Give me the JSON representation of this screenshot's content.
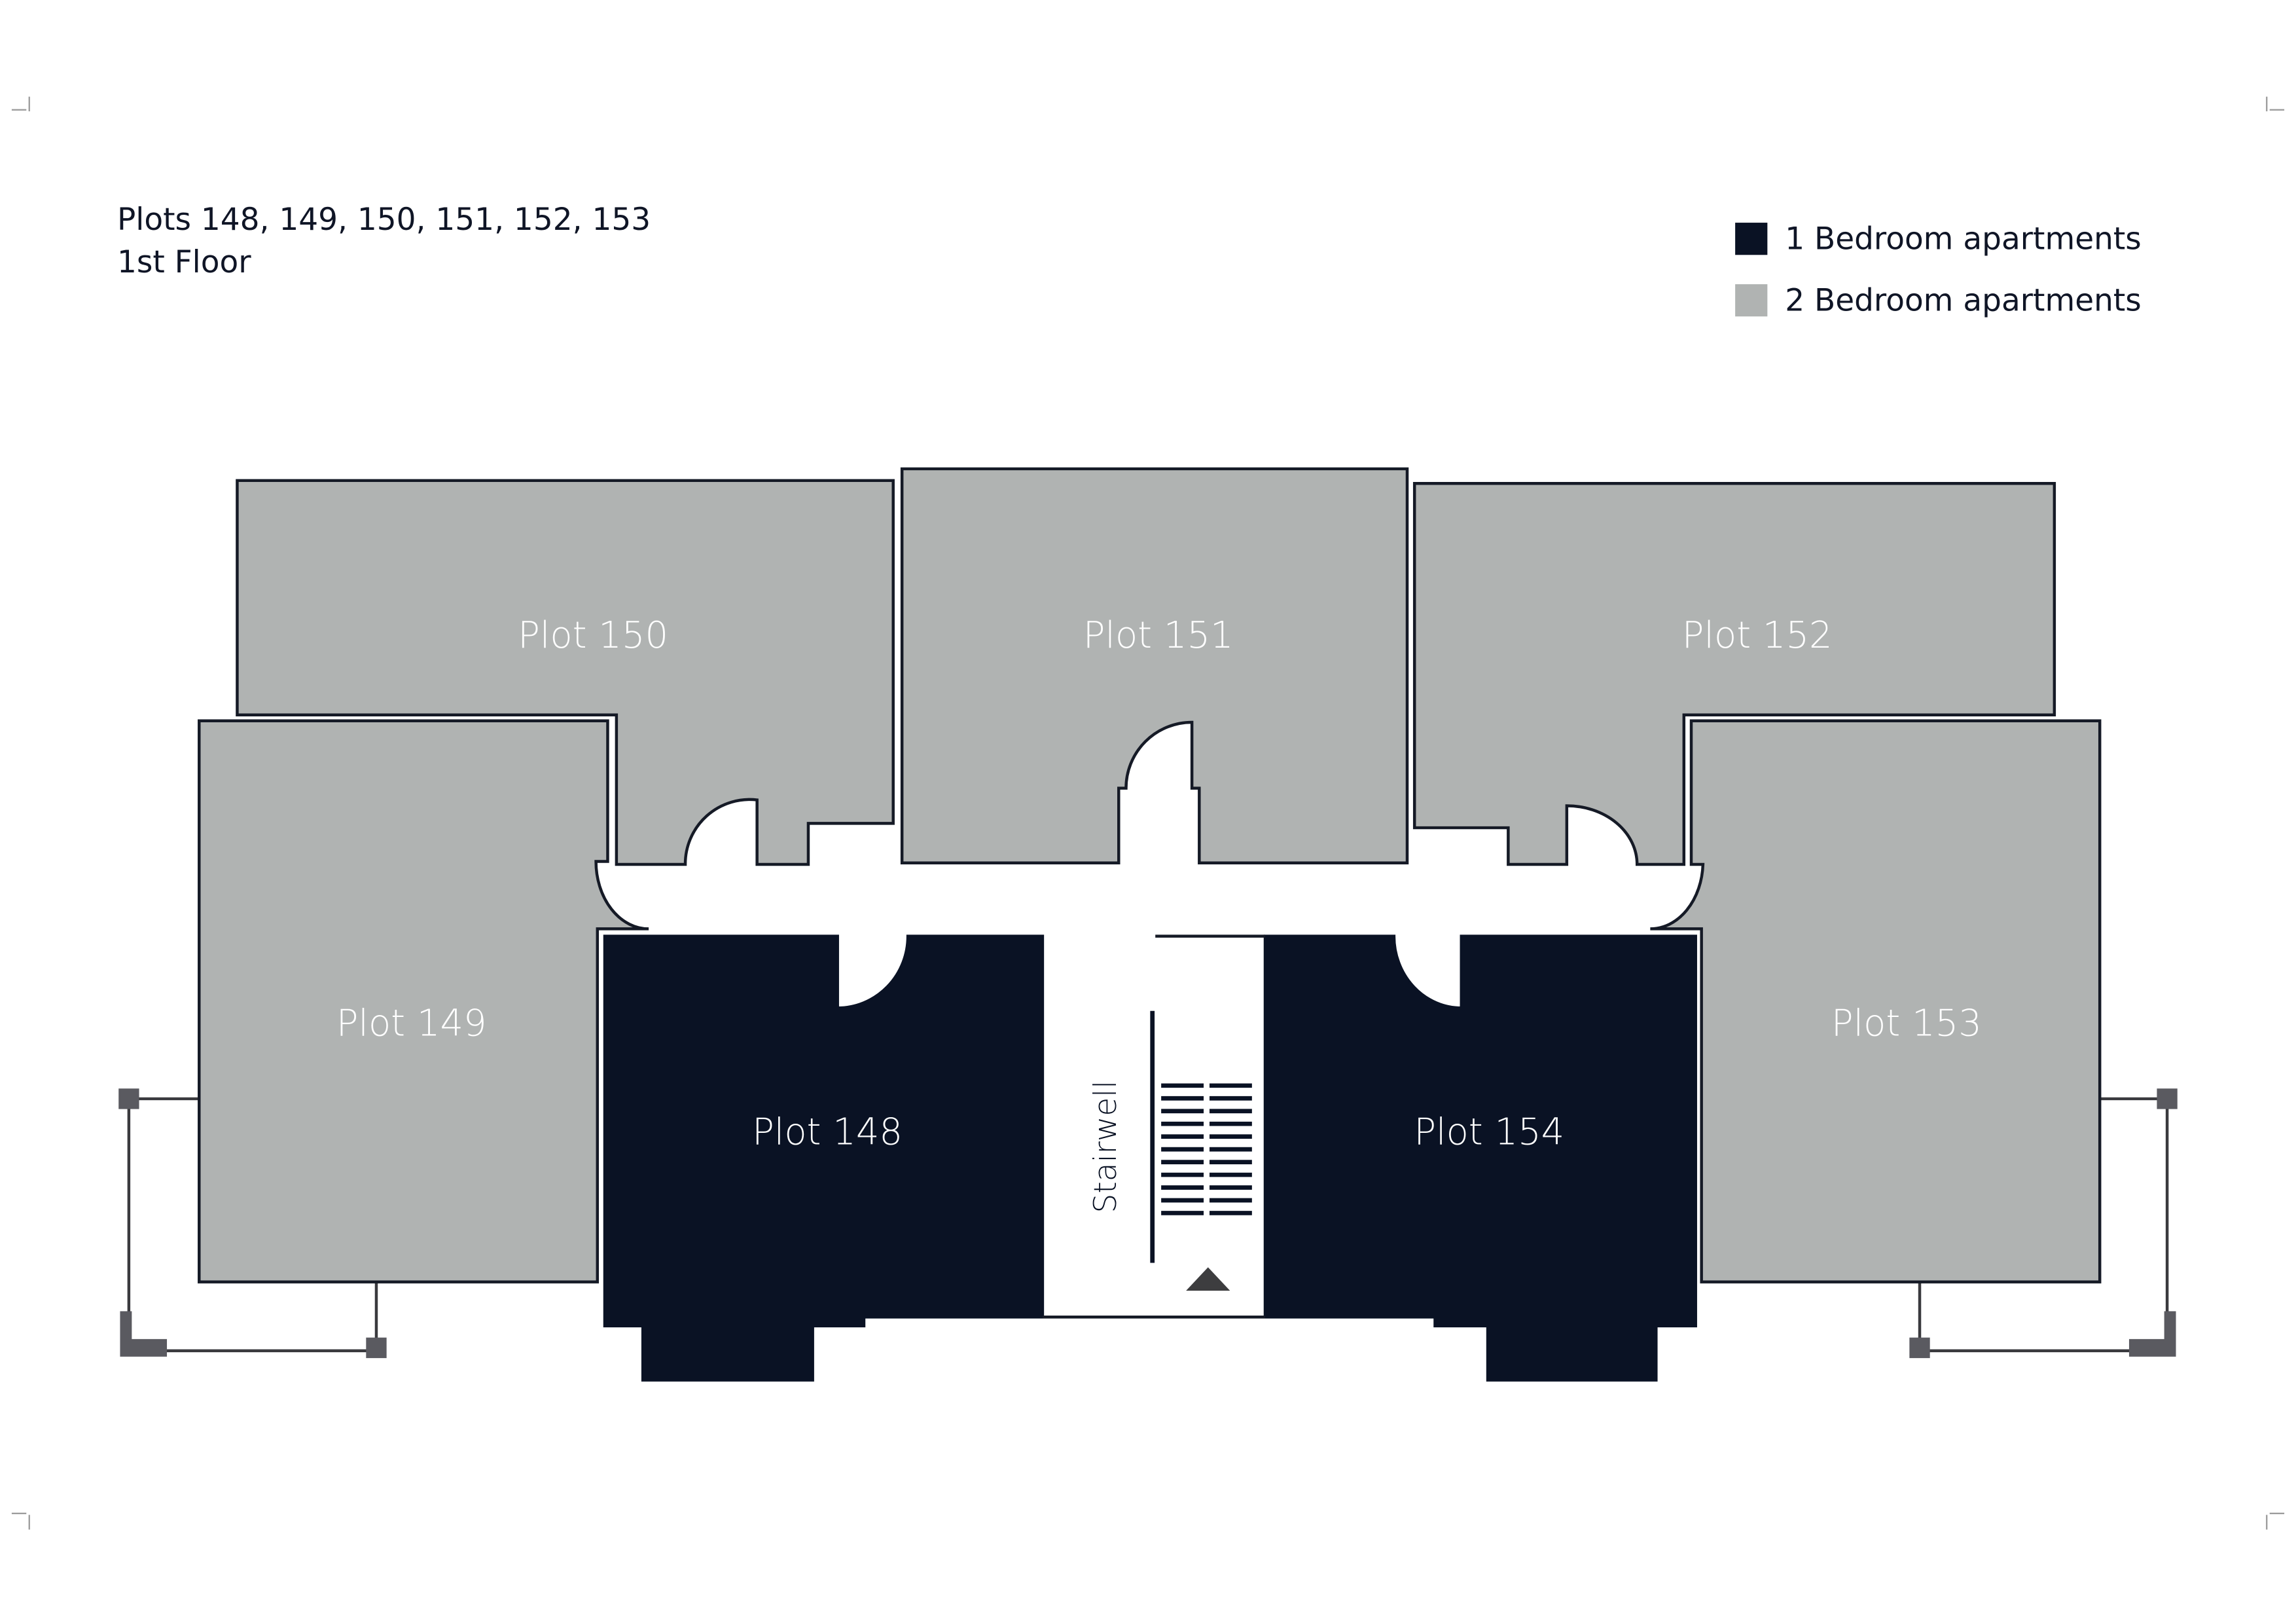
{
  "header": {
    "plots_line": "Plots 148, 149, 150, 151, 152, 153",
    "floor_line": "1st Floor"
  },
  "legend": [
    {
      "label": "1 Bedroom apartments",
      "color": "#0a1224"
    },
    {
      "label": "2 Bedroom apartments",
      "color": "#b0b3b2"
    }
  ],
  "plots": {
    "p148": "Plot 148",
    "p149": "Plot 149",
    "p150": "Plot 150",
    "p151": "Plot 151",
    "p152": "Plot 152",
    "p153": "Plot 153",
    "p154": "Plot 154"
  },
  "stairwell": "Stairwell",
  "colors": {
    "one_bed": "#0a1224",
    "two_bed": "#b0b3b2"
  }
}
